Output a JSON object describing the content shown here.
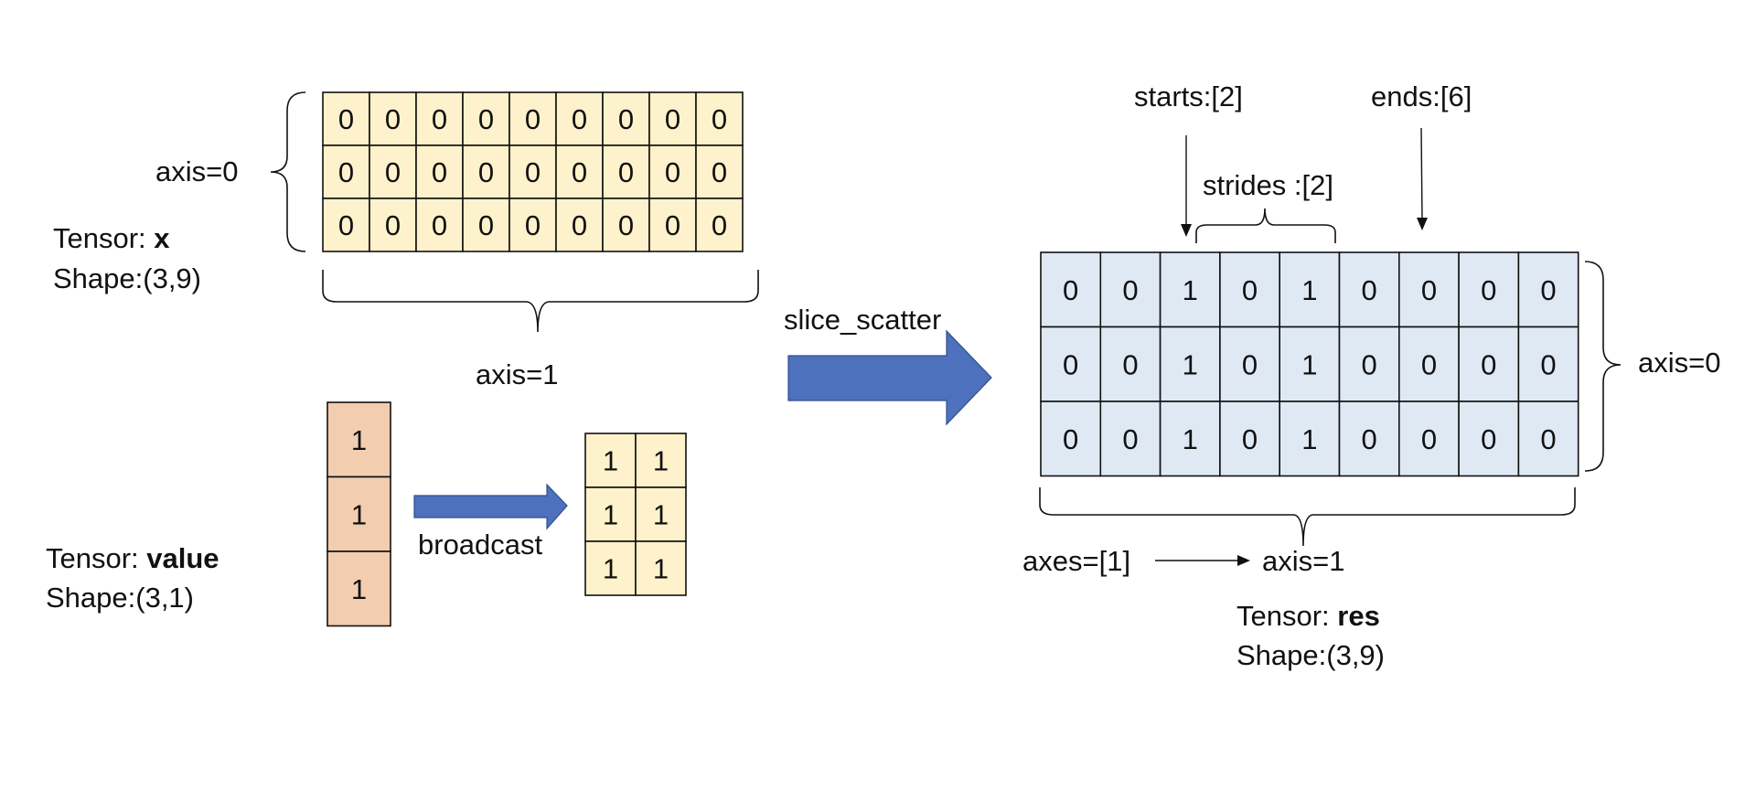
{
  "tensor_x": {
    "label_prefix": "Tensor: ",
    "name": "x",
    "shape": "Shape:(3,9)",
    "values": [
      [
        0,
        0,
        0,
        0,
        0,
        0,
        0,
        0,
        0
      ],
      [
        0,
        0,
        0,
        0,
        0,
        0,
        0,
        0,
        0
      ],
      [
        0,
        0,
        0,
        0,
        0,
        0,
        0,
        0,
        0
      ]
    ],
    "axis0_label": "axis=0",
    "axis1_label": "axis=1",
    "fill": "#fdf2cb"
  },
  "tensor_value": {
    "label_prefix": "Tensor: ",
    "name": "value",
    "shape": "Shape:(3,1)",
    "values": [
      [
        1
      ],
      [
        1
      ],
      [
        1
      ]
    ],
    "fill": "#f2cdb0"
  },
  "broadcast": {
    "label": "broadcast",
    "result_values": [
      [
        1,
        1
      ],
      [
        1,
        1
      ],
      [
        1,
        1
      ]
    ],
    "fill": "#fdf2cb"
  },
  "operation": {
    "label": "slice_scatter",
    "arrow_color": "#4e71bd"
  },
  "tensor_res": {
    "label_prefix": "Tensor: ",
    "name": "res",
    "shape": "Shape:(3,9)",
    "values": [
      [
        0,
        0,
        1,
        0,
        1,
        0,
        0,
        0,
        0
      ],
      [
        0,
        0,
        1,
        0,
        1,
        0,
        0,
        0,
        0
      ],
      [
        0,
        0,
        1,
        0,
        1,
        0,
        0,
        0,
        0
      ]
    ],
    "axis0_label": "axis=0",
    "axis1_label": "axis=1",
    "fill": "#dfe9f4"
  },
  "slice_params": {
    "starts": "starts:[2]",
    "ends": "ends:[6]",
    "strides": "strides :[2]",
    "axes": "axes=[1]"
  }
}
